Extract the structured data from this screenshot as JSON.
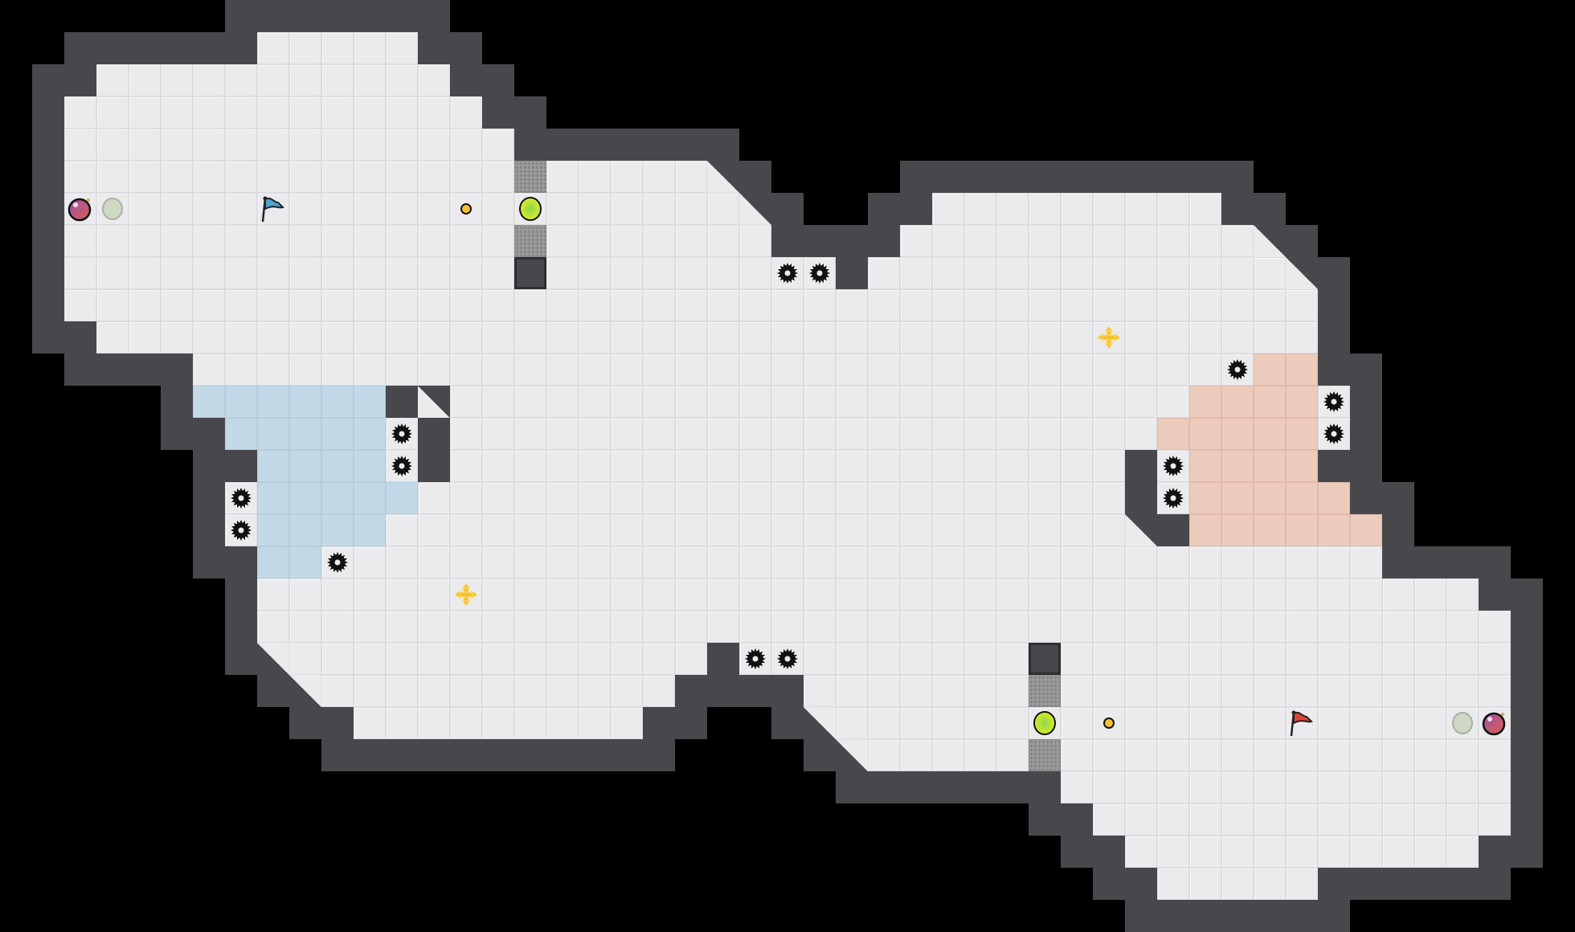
{
  "game": {
    "type": "capture-the-flag arena",
    "colors": {
      "background": "#000000",
      "wall": "#48484c",
      "floor": "#ebebee",
      "blue_zone": "#c3d9e8",
      "red_zone": "#edcbbd",
      "blue_flag": "#4fa3d1",
      "red_flag": "#e0433a",
      "boost": "#f5c22e",
      "bomb": "#d8ec2c"
    },
    "entities": [
      "blue-flag",
      "red-flag",
      "spike",
      "gate",
      "bomb",
      "powerup",
      "boost",
      "ball-spawn",
      "marker"
    ]
  }
}
